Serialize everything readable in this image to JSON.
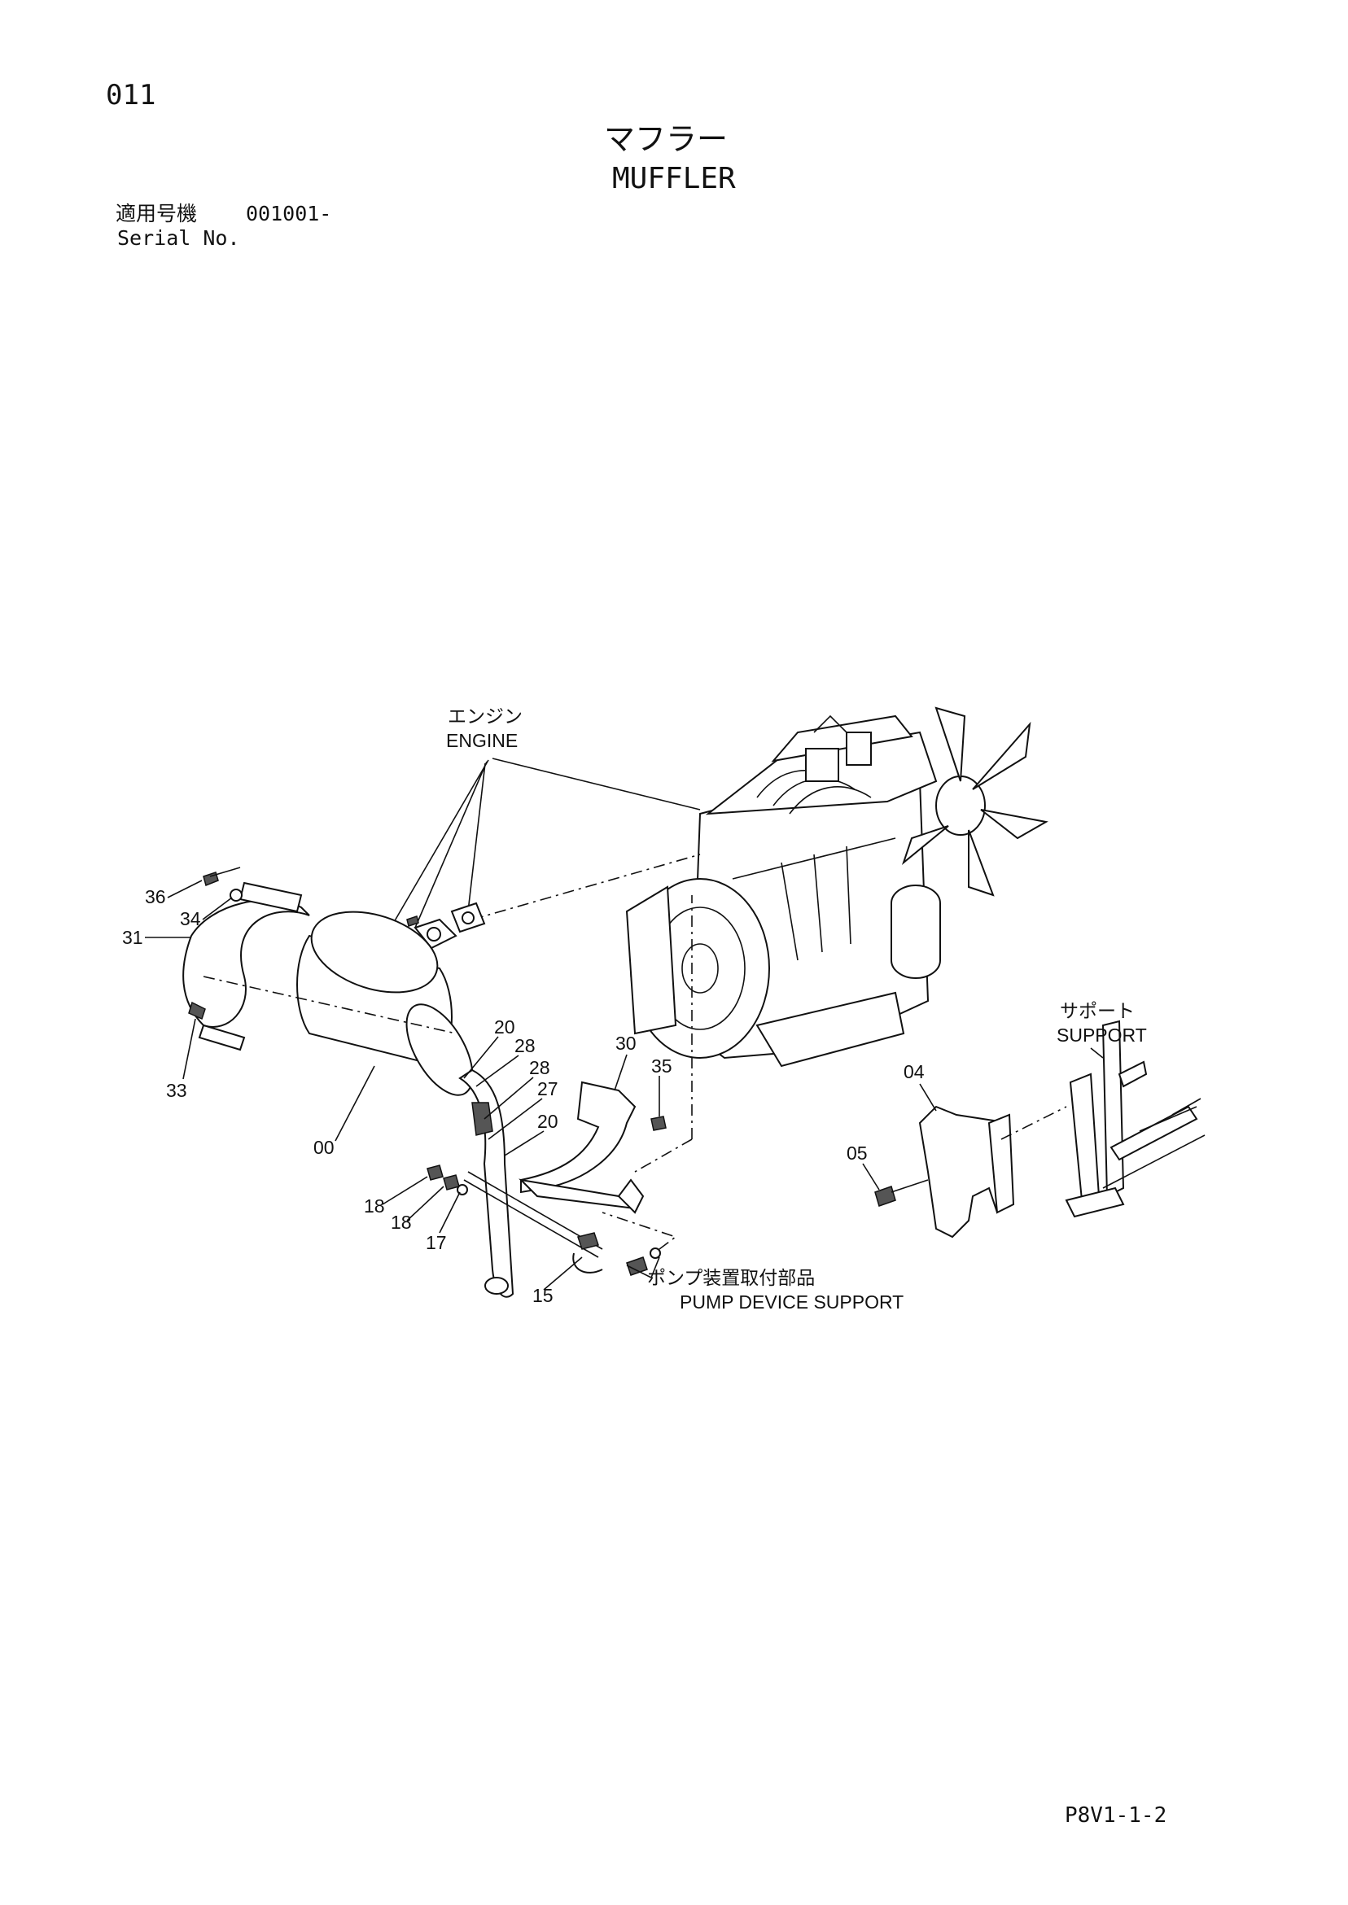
{
  "header": {
    "page_number": "011",
    "title_ja": "マフラー",
    "title_en": "MUFFLER",
    "serial_label_ja": "適用号機",
    "serial_value": "001001-",
    "serial_label_en": "Serial No."
  },
  "footer": {
    "reference": "P8V1-1-2"
  },
  "callouts": {
    "engine_ja": "エンジン",
    "engine_en": "ENGINE",
    "support_ja": "サポート",
    "support_en": "SUPPORT",
    "pump_ja": "ポンプ装置取付部品",
    "pump_en": "PUMP DEVICE SUPPORT"
  },
  "part_numbers": [
    "36",
    "34",
    "31",
    "33",
    "00",
    "20",
    "28",
    "28",
    "27",
    "20",
    "30",
    "35",
    "18",
    "18",
    "17",
    "15",
    "04",
    "05"
  ]
}
